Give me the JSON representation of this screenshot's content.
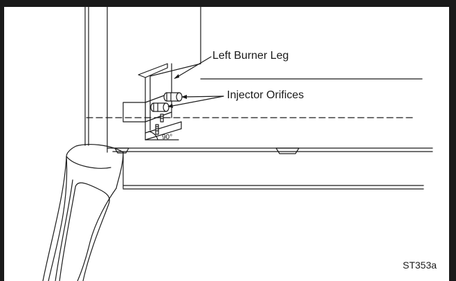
{
  "labels": {
    "left_burner_leg": "Left Burner Leg",
    "injector_orifices": "Injector Orifices",
    "angle": "90°",
    "figure_code": "ST353a"
  }
}
